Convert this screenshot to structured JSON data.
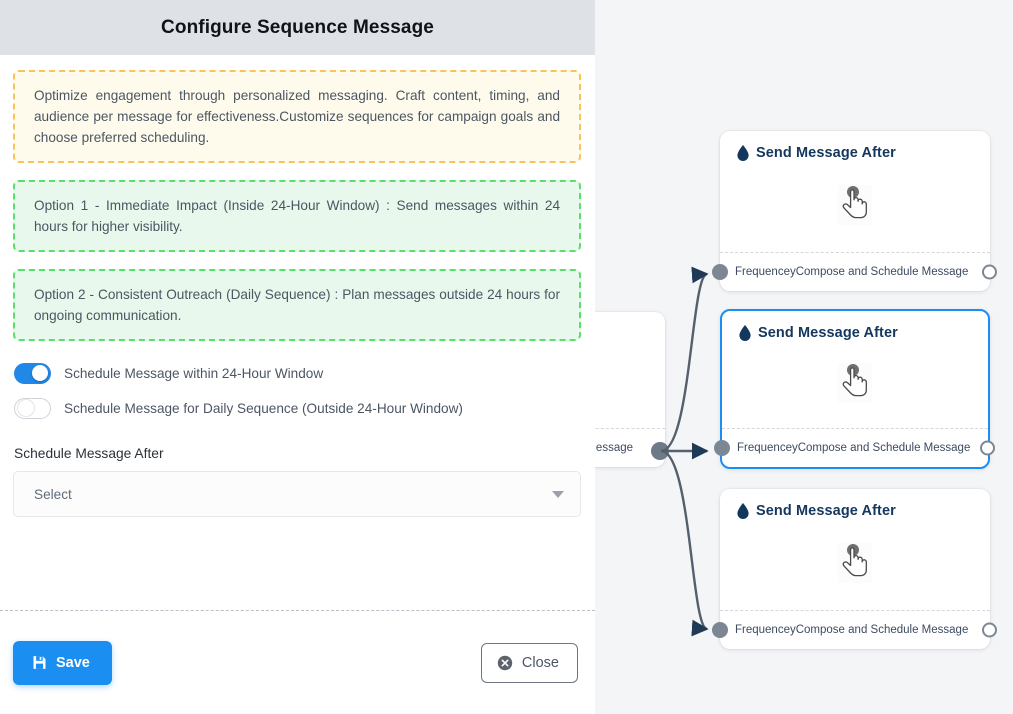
{
  "panel": {
    "title": "Configure Sequence Message",
    "info_note": "Optimize engagement through personalized messaging. Craft content, timing, and audience per message for effectiveness.Customize sequences for campaign goals and choose preferred scheduling.",
    "options": [
      "Option 1 - Immediate Impact (Inside 24-Hour Window) : Send messages within 24 hours for higher visibility.",
      "Option 2 - Consistent Outreach (Daily Sequence) : Plan messages outside 24 hours for ongoing communication."
    ],
    "toggles": [
      {
        "label": "Schedule Message within 24-Hour Window",
        "state": "on"
      },
      {
        "label": "Schedule Message for Daily Sequence (Outside 24-Hour Window)",
        "state": "off"
      }
    ],
    "field": {
      "label": "Schedule Message After",
      "value": "Select",
      "caret_icon": "chevron-down-icon"
    },
    "footer": {
      "save_label": "Save",
      "save_icon": "save-icon",
      "close_label": "Close",
      "close_icon": "close-circle-icon"
    },
    "colors": {
      "header_bg": "#dee2e6",
      "accent": "#1b8ef2",
      "info_border": "#f7c35c",
      "info_bg": "#fefbec",
      "success_border": "#5ae06a",
      "success_bg": "#e9f8ec"
    }
  },
  "canvas": {
    "background": "#f4f5f7",
    "nodes": [
      {
        "id": "node-top",
        "title": "Send Message After",
        "icon": "droplet-icon",
        "body_icon": "click-hand-icon",
        "footer_left": "Frequencey",
        "footer_right": "Compose and Schedule Message",
        "selected": false
      },
      {
        "id": "node-middle",
        "title": "Send Message After",
        "icon": "droplet-icon",
        "body_icon": "click-hand-icon",
        "footer_left": "Frequencey",
        "footer_right": "Compose and Schedule Message",
        "selected": true
      },
      {
        "id": "node-bottom",
        "title": "Send Message After",
        "icon": "droplet-icon",
        "body_icon": "click-hand-icon",
        "footer_left": "Frequencey",
        "footer_right": "Compose and Schedule Message",
        "selected": false
      }
    ],
    "source_node": {
      "id": "node-source",
      "footer_right": "ce Message"
    }
  }
}
